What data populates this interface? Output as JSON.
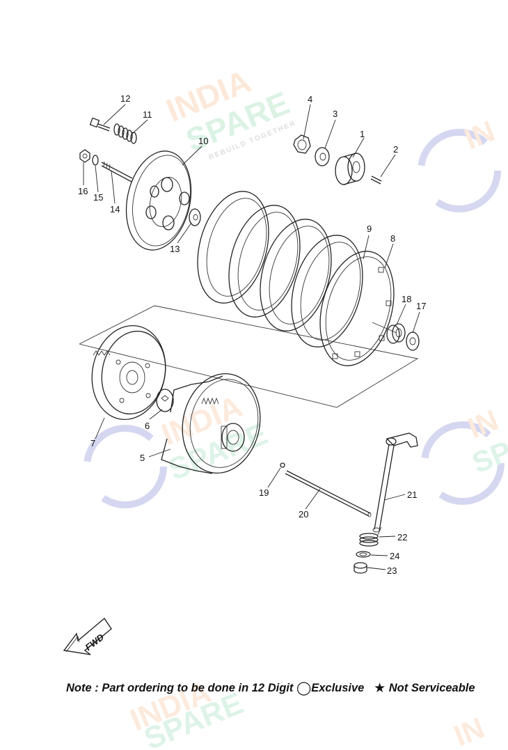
{
  "callouts": [
    "1",
    "2",
    "3",
    "4",
    "5",
    "6",
    "7",
    "8",
    "9",
    "10",
    "11",
    "12",
    "13",
    "14",
    "15",
    "16",
    "17",
    "18",
    "19",
    "20",
    "21",
    "22",
    "23",
    "24"
  ],
  "watermark": {
    "line1": "INDIA",
    "line2": "SPARE",
    "tagline": "REBUILD TOGETHER"
  },
  "fwd_label": "FWD",
  "note": {
    "prefix": "Note : Part ordering to be done in 12 Digit",
    "circle_symbol": "◯",
    "exclusive": "Exclusive",
    "star_symbol": "★",
    "not_serviceable": "Not Serviceable"
  },
  "colors": {
    "watermark_orange": "#f6b07a",
    "watermark_green": "#7fd2a6",
    "watermark_blue": "#5b63c9",
    "line": "#222222"
  }
}
